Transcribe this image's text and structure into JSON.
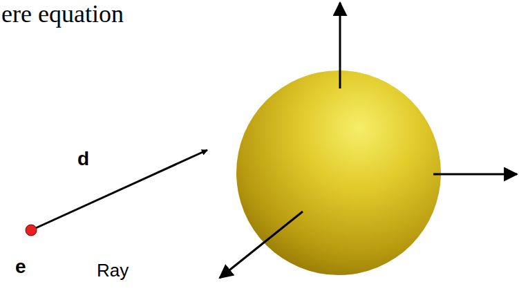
{
  "diagram": {
    "labels": [
      "ere equation",
      "d",
      "e",
      "Ray"
    ]
  }
}
